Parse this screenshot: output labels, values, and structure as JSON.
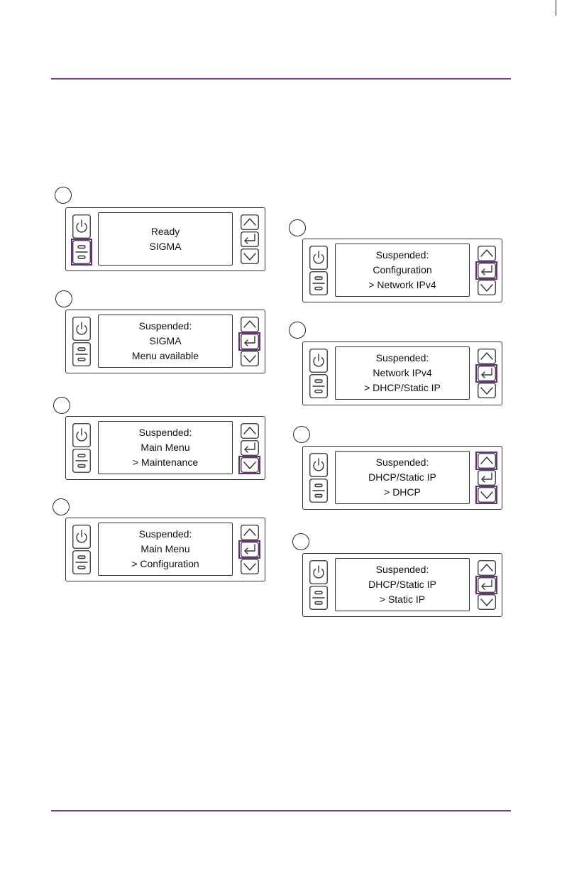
{
  "colors": {
    "accent": "#6b2f7d",
    "rule": "#7a3e86",
    "outline": "#333333"
  },
  "icons": [
    "power-icon",
    "menu-icon",
    "up-arrow-icon",
    "enter-icon",
    "down-arrow-icon"
  ],
  "panels": [
    {
      "lines": [
        "Ready",
        "SIGMA"
      ],
      "highlight": "menu-button"
    },
    {
      "lines": [
        "Suspended:",
        "SIGMA",
        "Menu available"
      ],
      "highlight": "enter-button"
    },
    {
      "lines": [
        "Suspended:",
        "Main Menu",
        "> Maintenance"
      ],
      "highlight": "down-button"
    },
    {
      "lines": [
        "Suspended:",
        "Main Menu",
        "> Configuration"
      ],
      "highlight": "enter-button"
    },
    {
      "lines": [
        "Suspended:",
        "Configuration",
        "> Network IPv4"
      ],
      "highlight": "enter-button"
    },
    {
      "lines": [
        "Suspended:",
        "Network IPv4",
        "> DHCP/Static IP"
      ],
      "highlight": "enter-button"
    },
    {
      "lines": [
        "Suspended:",
        "DHCP/Static IP",
        "> DHCP"
      ],
      "highlight": "up-down-buttons"
    },
    {
      "lines": [
        "Suspended:",
        "DHCP/Static IP",
        "> Static IP"
      ],
      "highlight": "enter-button"
    }
  ]
}
